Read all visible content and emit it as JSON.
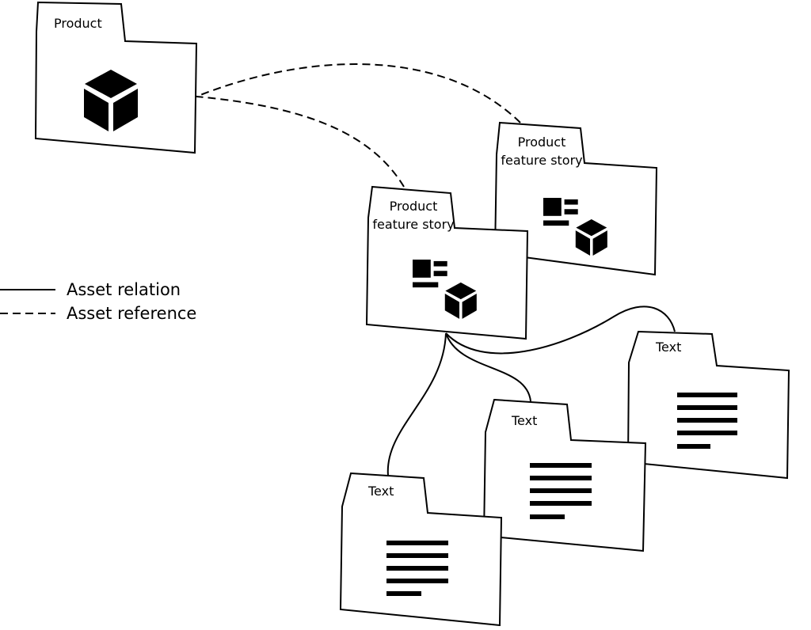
{
  "nodes": [
    {
      "id": "product",
      "kind": "product",
      "label_lines": [
        "Product"
      ],
      "icon": "cube-icon"
    },
    {
      "id": "feature_story_back",
      "kind": "feature-story",
      "label_lines": [
        "Product",
        "feature story"
      ],
      "icon": "feature-story-icon"
    },
    {
      "id": "feature_story_front",
      "kind": "feature-story",
      "label_lines": [
        "Product",
        "feature story"
      ],
      "icon": "feature-story-icon"
    },
    {
      "id": "text_right",
      "kind": "text",
      "label_lines": [
        "Text"
      ],
      "icon": "text-lines-icon"
    },
    {
      "id": "text_middle",
      "kind": "text",
      "label_lines": [
        "Text"
      ],
      "icon": "text-lines-icon"
    },
    {
      "id": "text_left",
      "kind": "text",
      "label_lines": [
        "Text"
      ],
      "icon": "text-lines-icon"
    }
  ],
  "edges": [
    {
      "from": "feature_story_back",
      "to": "product",
      "type": "reference"
    },
    {
      "from": "feature_story_front",
      "to": "product",
      "type": "reference"
    },
    {
      "from": "feature_story_front",
      "to": "text_left",
      "type": "relation"
    },
    {
      "from": "feature_story_front",
      "to": "text_middle",
      "type": "relation"
    },
    {
      "from": "feature_story_front",
      "to": "text_right",
      "type": "relation"
    }
  ],
  "legend": {
    "relation": "Asset relation",
    "reference": "Asset reference"
  }
}
